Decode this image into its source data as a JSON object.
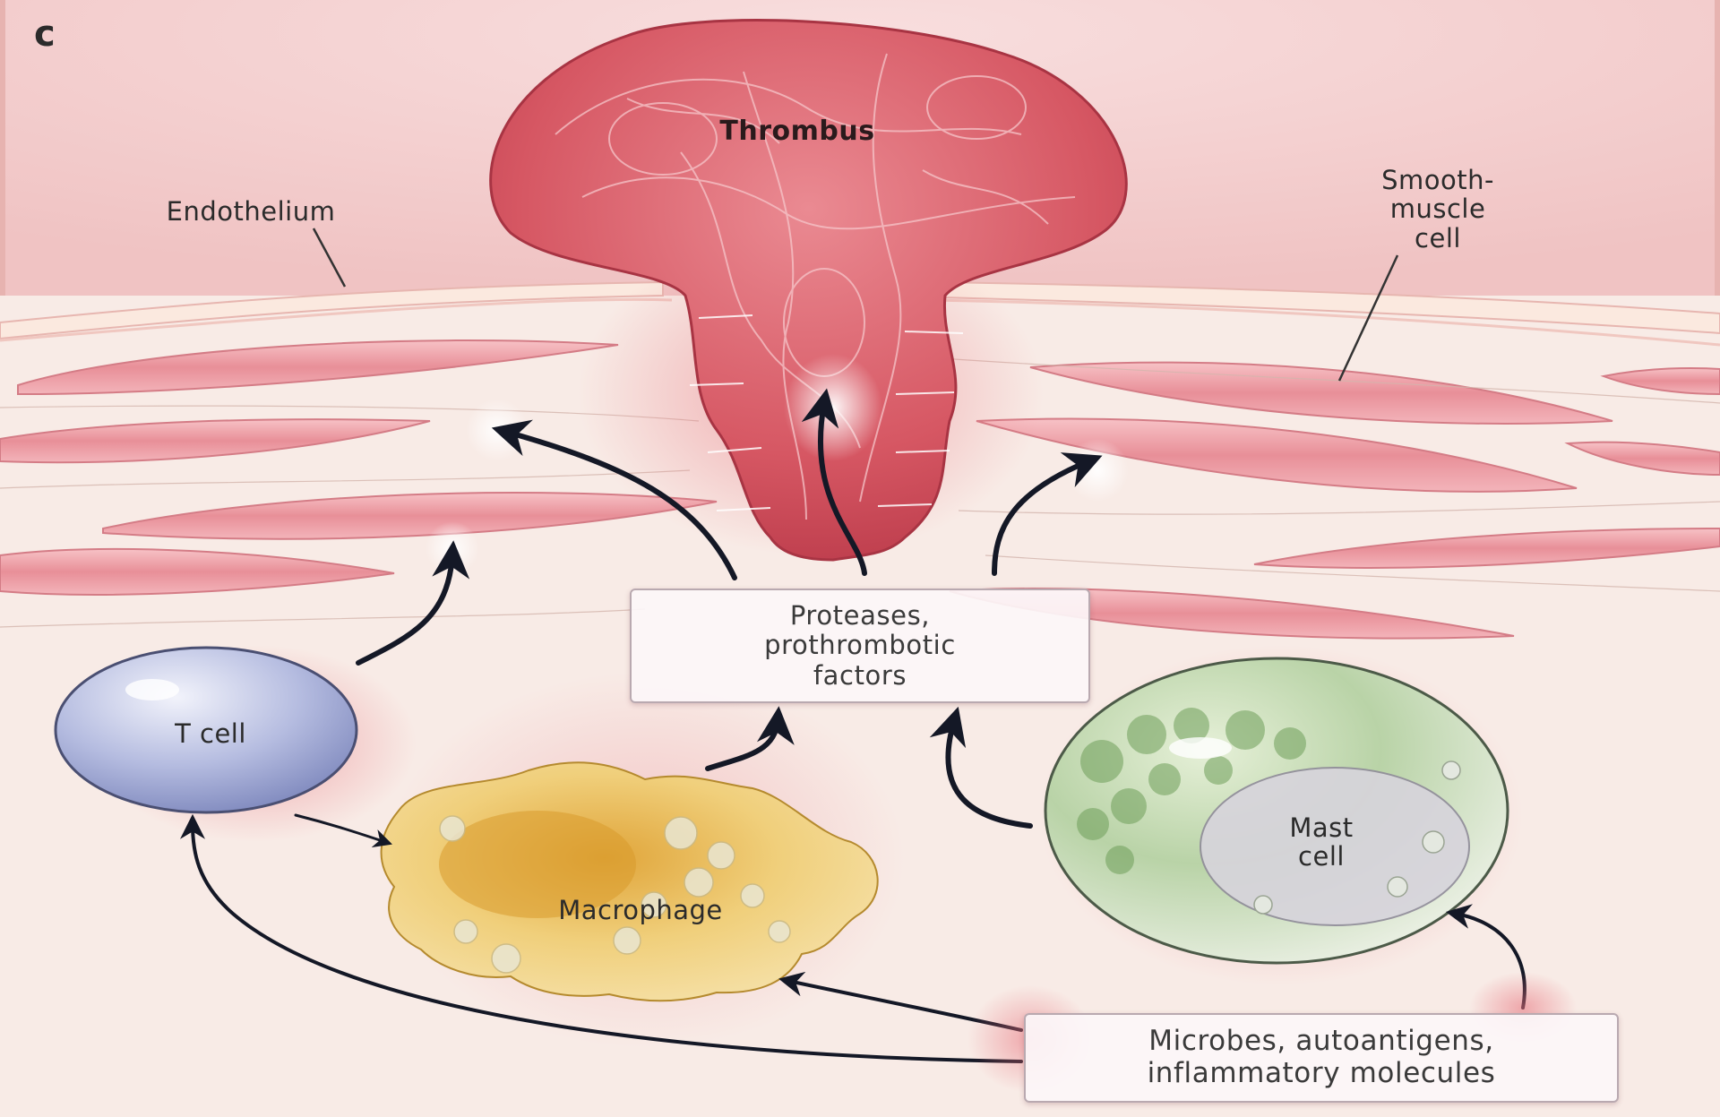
{
  "panel_letter": "c",
  "labels": {
    "thrombus": "Thrombus",
    "endothelium": "Endothelium",
    "smooth_muscle": [
      "Smooth-",
      "muscle",
      "cell"
    ],
    "t_cell": "T cell",
    "macrophage": "Macrophage",
    "mast_cell": [
      "Mast",
      "cell"
    ]
  },
  "boxes": {
    "proteases": [
      "Proteases,",
      "prothrombotic",
      "factors"
    ],
    "microbes": [
      "Microbes, autoantigens,",
      "inflammatory molecules"
    ]
  },
  "colors": {
    "background": "#f7e7e2",
    "vessel_lumen": "#f3c8c6",
    "thrombus": "#d9606b",
    "smooth_muscle": "#ec9da4",
    "t_cell": "#aab2d8",
    "macrophage": "#e3b64f",
    "mast_cell": "#a9c79a",
    "arrow": "#141826"
  }
}
